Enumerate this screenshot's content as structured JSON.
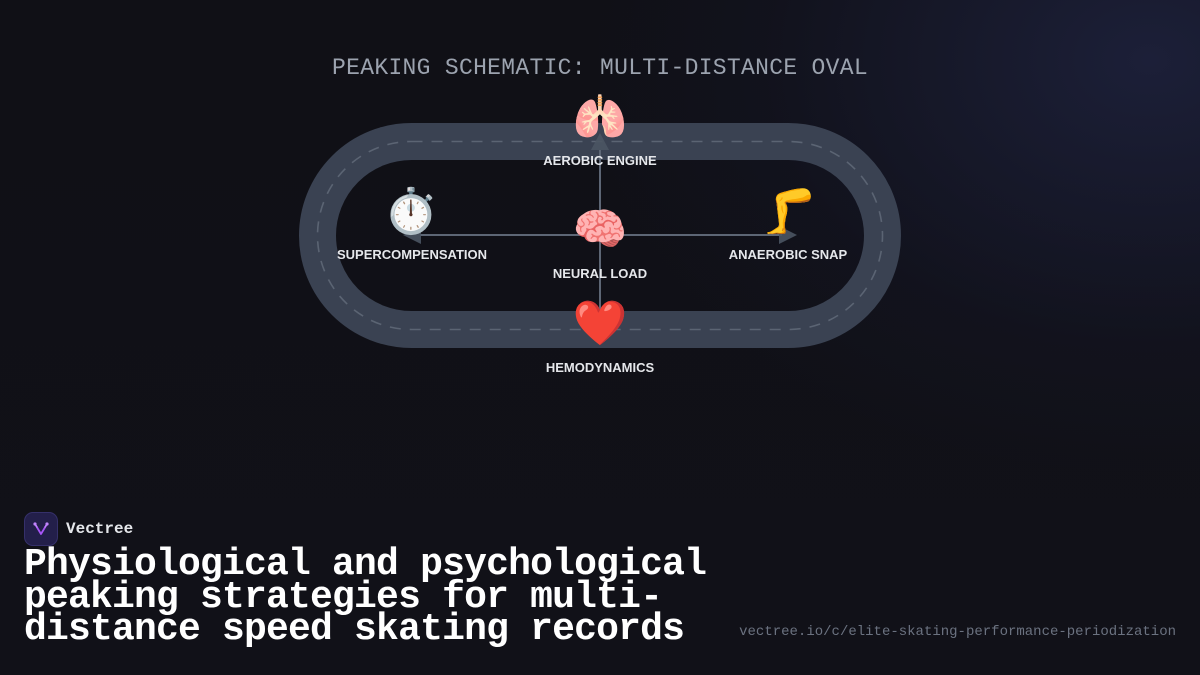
{
  "diagram": {
    "title": "PEAKING SCHEMATIC: MULTI-DISTANCE OVAL",
    "nodes": [
      {
        "id": "aerobic",
        "label": "AEROBIC ENGINE",
        "icon": "lungs-icon",
        "glyph": "🫁",
        "position": "top"
      },
      {
        "id": "supercomp",
        "label": "SUPERCOMPENSATION",
        "icon": "stopwatch-icon",
        "glyph": "⏱️",
        "position": "left"
      },
      {
        "id": "neural",
        "label": "NEURAL LOAD",
        "icon": "brain-icon",
        "glyph": "🧠",
        "position": "center"
      },
      {
        "id": "anaerobic",
        "label": "ANAEROBIC SNAP",
        "icon": "leg-icon",
        "glyph": "🦵",
        "position": "right"
      },
      {
        "id": "hemo",
        "label": "HEMODYNAMICS",
        "icon": "heart-icon",
        "glyph": "❤️",
        "position": "bottom"
      }
    ],
    "edges": [
      {
        "from": "neural",
        "to": "aerobic",
        "arrow": true
      },
      {
        "from": "neural",
        "to": "supercomp",
        "arrow": true
      },
      {
        "from": "neural",
        "to": "anaerobic",
        "arrow": true
      },
      {
        "from": "neural",
        "to": "hemo",
        "arrow": false
      }
    ],
    "colors": {
      "track": "#3a4252",
      "track_dash": "#5b6473",
      "connector": "#5d6675",
      "arrowhead": "#4b5563"
    }
  },
  "brand": {
    "name": "Vectree",
    "logo_icon": "vectree-logo-icon",
    "logo_color": "#a855f7"
  },
  "headline": "Physiological and psychological peaking strategies for multi-distance speed skating records",
  "url": "vectree.io/c/elite-skating-performance-periodization"
}
